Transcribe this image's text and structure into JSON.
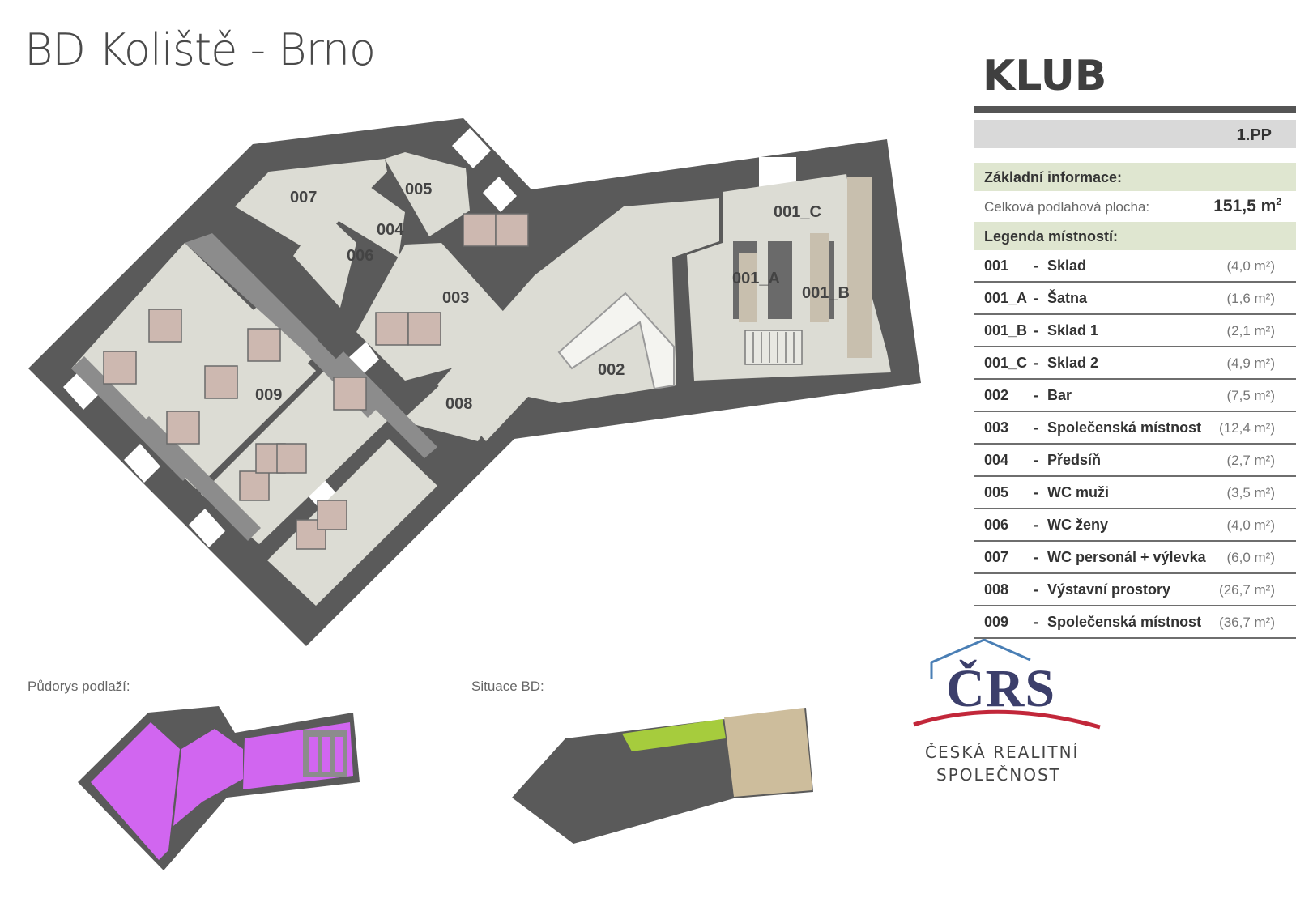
{
  "header": {
    "title": "BD Koliště - Brno"
  },
  "plan": {
    "room_labels": [
      "007",
      "005",
      "004",
      "006",
      "003",
      "001_C",
      "001_A",
      "001_B",
      "002",
      "008",
      "009"
    ]
  },
  "thumbnails": {
    "floor_caption": "Půdorys podlaží:",
    "site_caption": "Situace BD:"
  },
  "panel": {
    "title": "KLUB",
    "floor": "1.PP",
    "basic_info_heading": "Základní informace:",
    "total_area_label": "Celková podlahová plocha:",
    "total_area_value": "151,5 m",
    "total_area_unit_sup": "2",
    "legend_heading": "Legenda místností:",
    "legend": [
      {
        "code": "001",
        "dash": "-",
        "name": "Sklad",
        "area": "(4,0 m²)"
      },
      {
        "code": "001_A",
        "dash": "-",
        "name": "Šatna",
        "area": "(1,6 m²)"
      },
      {
        "code": "001_B",
        "dash": "-",
        "name": "Sklad 1",
        "area": "(2,1 m²)"
      },
      {
        "code": "001_C",
        "dash": "-",
        "name": "Sklad 2",
        "area": "(4,9 m²)"
      },
      {
        "code": "002",
        "dash": "-",
        "name": "Bar",
        "area": "(7,5 m²)"
      },
      {
        "code": "003",
        "dash": "-",
        "name": "Společenská místnost",
        "area": "(12,4 m²)"
      },
      {
        "code": "004",
        "dash": "-",
        "name": "Předsíň",
        "area": "(2,7 m²)"
      },
      {
        "code": "005",
        "dash": "-",
        "name": "WC muži",
        "area": "(3,5 m²)"
      },
      {
        "code": "006",
        "dash": "-",
        "name": "WC ženy",
        "area": "(4,0 m²)"
      },
      {
        "code": "007",
        "dash": "-",
        "name": "WC personál + výlevka",
        "area": "(6,0 m²)"
      },
      {
        "code": "008",
        "dash": "-",
        "name": "Výstavní prostory",
        "area": "(26,7 m²)"
      },
      {
        "code": "009",
        "dash": "-",
        "name": "Společenská místnost",
        "area": "(36,7 m²)"
      }
    ]
  },
  "logo": {
    "letters": "ČRS",
    "line1": "ČESKÁ REALITNÍ",
    "line2": "SPOLEČNOST",
    "colors": {
      "navy": "#3c3f6b",
      "roof": "#4a7fb5",
      "swoosh": "#c2273a"
    }
  },
  "colors": {
    "wall": "#5a5a5a",
    "floor": "#dcdcd4",
    "floor_highlight": "#d166f0",
    "site_green": "#a6cc3d",
    "site_tan": "#cdbd9c"
  }
}
